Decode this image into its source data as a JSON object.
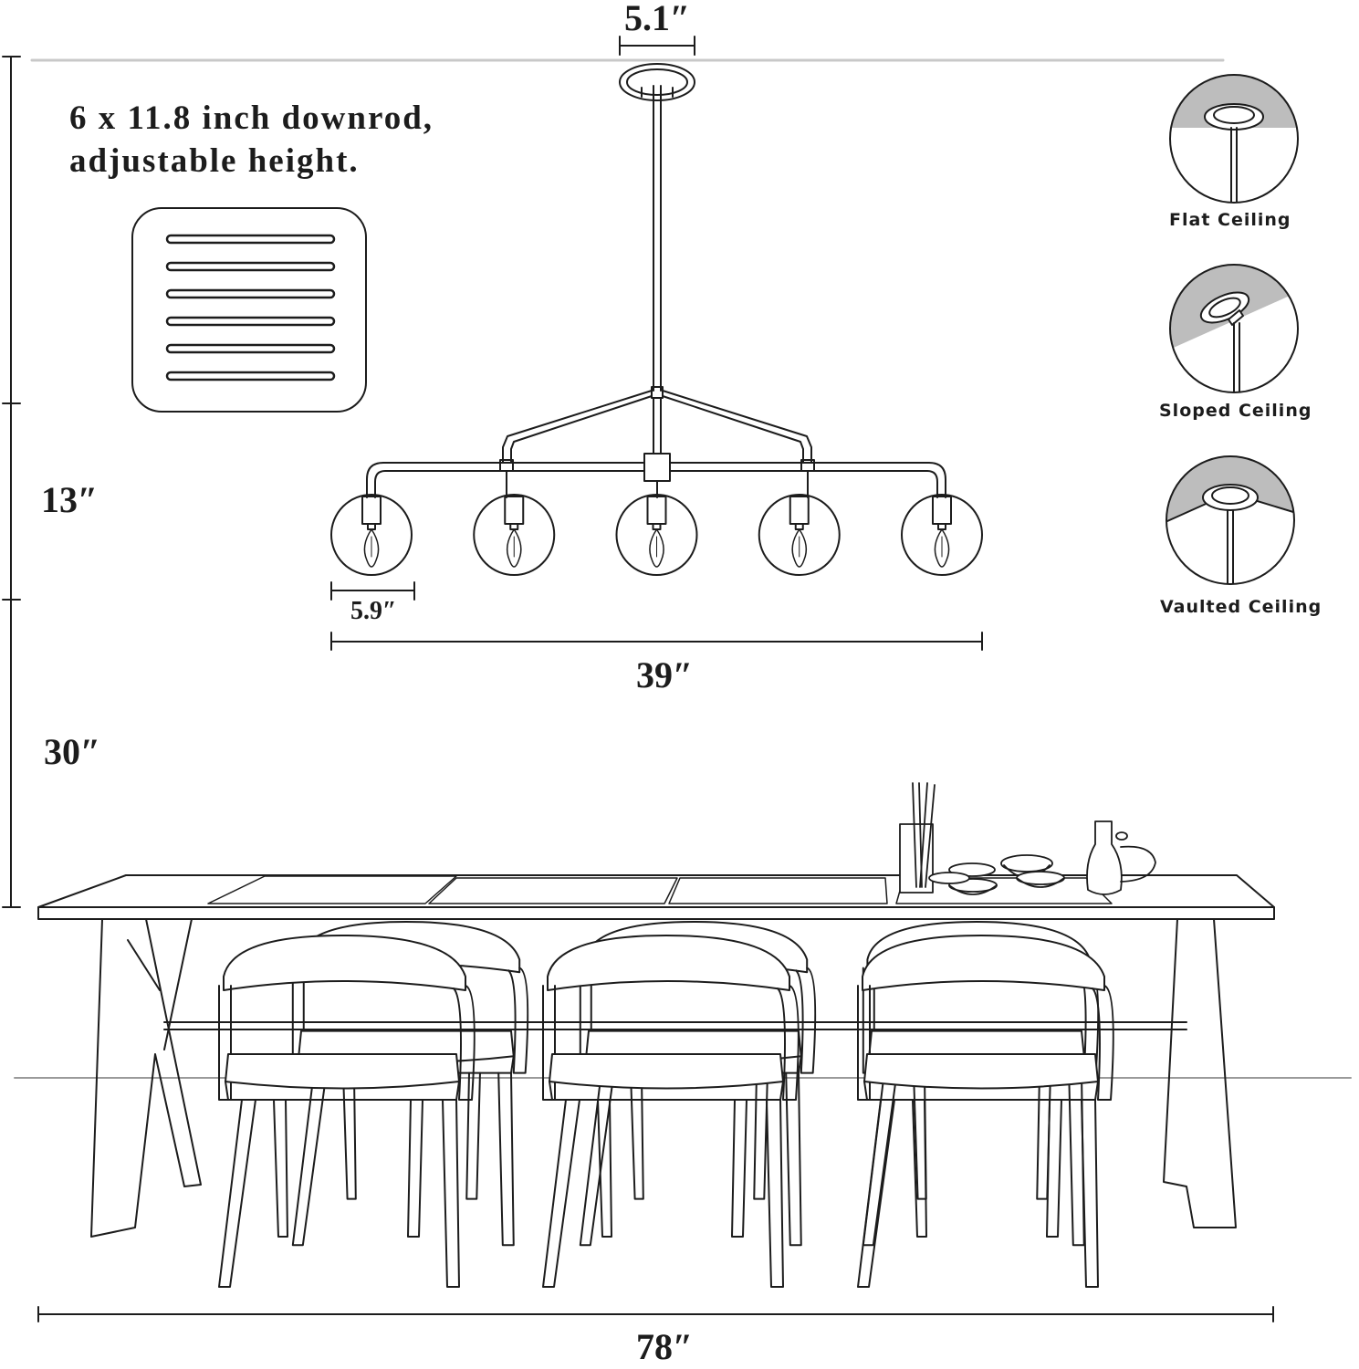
{
  "dimensions": {
    "canopy_width": "5.1″",
    "globe_diameter": "5.9″",
    "fixture_width": "39″",
    "table_width": "78″",
    "fixture_height": "13″",
    "clearance_height": "30″"
  },
  "downrod": {
    "line1": "6 x 11.8 inch downrod,",
    "line2": "adjustable height.",
    "rod_count": 6
  },
  "ceiling_types": [
    {
      "label": "Flat Ceiling",
      "icon": "flat-ceiling-icon"
    },
    {
      "label": "Sloped Ceiling",
      "icon": "sloped-ceiling-icon"
    },
    {
      "label": "Vaulted Ceiling",
      "icon": "vaulted-ceiling-icon"
    }
  ],
  "fixture": {
    "globe_count": 5
  },
  "scene": {
    "chair_count": 6
  },
  "colors": {
    "line": "#1c1c1c",
    "ceiling_shade": "#bdbdbd"
  }
}
